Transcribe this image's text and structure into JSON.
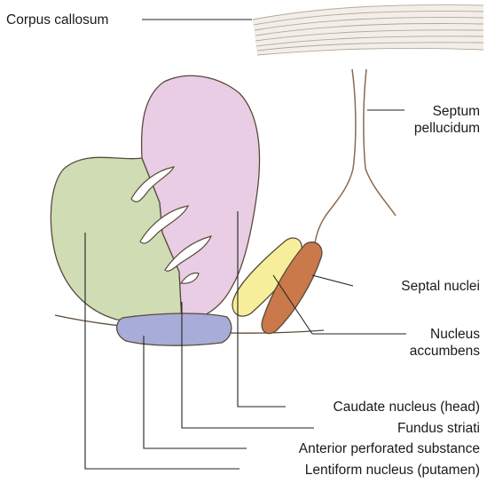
{
  "labels": {
    "corpus_callosum": "Corpus callosum",
    "septum_line1": "Septum",
    "septum_line2": "pellucidum",
    "septal_nuclei": "Septal nuclei",
    "nucleus_accumbens_line1": "Nucleus",
    "nucleus_accumbens_line2": "accumbens",
    "caudate_nucleus": "Caudate nucleus (head)",
    "fundus_striati": "Fundus striati",
    "anterior_perforated_substance": "Anterior perforated substance",
    "lentiform_nucleus": "Lentiform nucleus (putamen)"
  },
  "colors": {
    "caudate": "#e8cde4",
    "putamen": "#cfdcb4",
    "perforated_substance": "#a7acd8",
    "accumbens": "#f7ee9c",
    "septal_nuclei": "#c9794a",
    "outline": "#5a4a3a",
    "septum": "#8a6a50",
    "leader_line": "#222222"
  }
}
